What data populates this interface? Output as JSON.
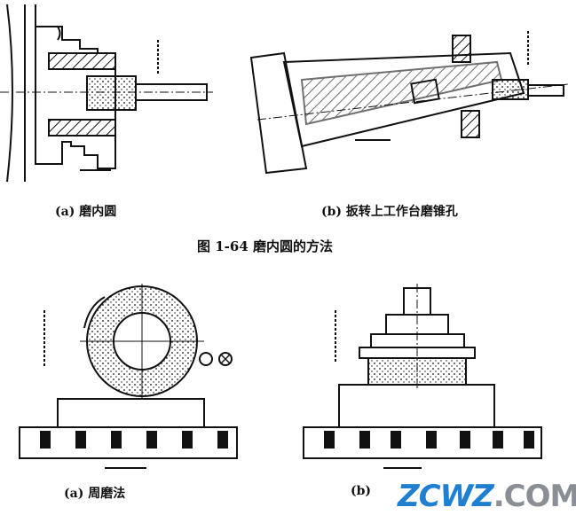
{
  "captions": {
    "top_a": "(a) 磨内圆",
    "top_b": "(b) 扳转上工作台磨锥孔",
    "figure": "图 1-64   磨内圆的方法",
    "bottom_a": "(a) 周磨法",
    "bottom_b": "(b)"
  },
  "watermark": {
    "part1": "ZCWZ",
    "part2": ".COM"
  },
  "colors": {
    "ink": "#111111",
    "watermark_blue": "#1f7fd0",
    "watermark_gray": "#8a8f96"
  }
}
